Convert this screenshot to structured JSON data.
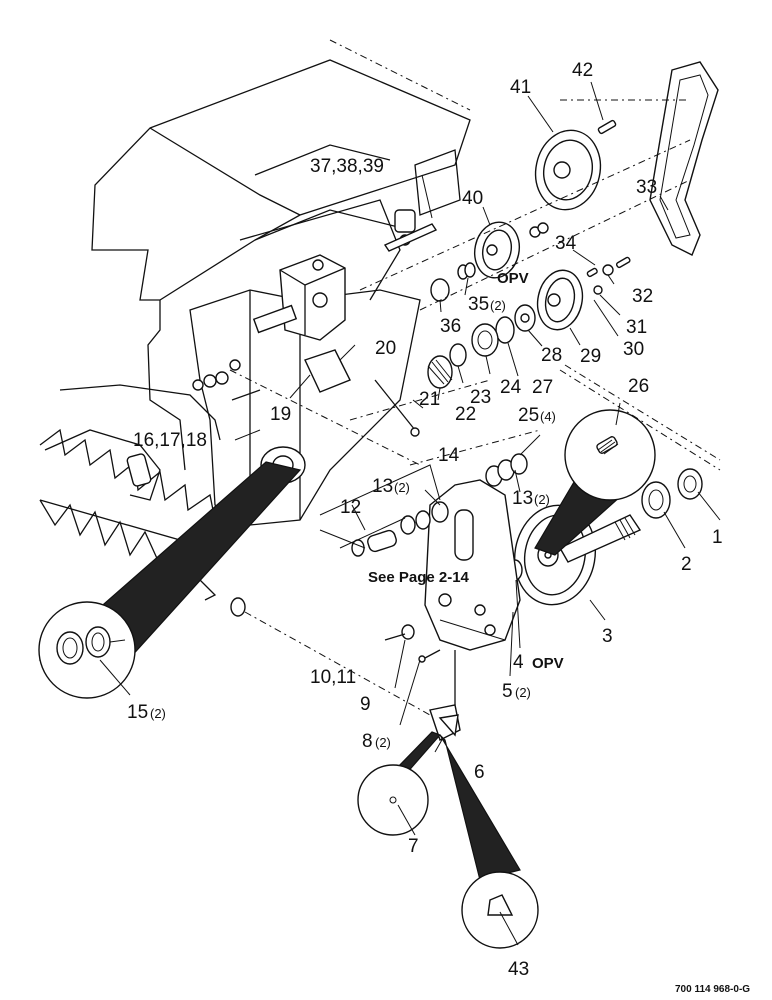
{
  "callouts": [
    {
      "id": "c1",
      "text": "1"
    },
    {
      "id": "c2",
      "text": "2"
    },
    {
      "id": "c3",
      "text": "3"
    },
    {
      "id": "c4",
      "text": "4"
    },
    {
      "id": "c5",
      "text": "5"
    },
    {
      "id": "c6",
      "text": "6"
    },
    {
      "id": "c7",
      "text": "7"
    },
    {
      "id": "c8",
      "text": "8"
    },
    {
      "id": "c9",
      "text": "9"
    },
    {
      "id": "c10_11",
      "text": "10,11"
    },
    {
      "id": "c12",
      "text": "12"
    },
    {
      "id": "c13a",
      "text": "13"
    },
    {
      "id": "c13b",
      "text": "13"
    },
    {
      "id": "c14",
      "text": "14"
    },
    {
      "id": "c15",
      "text": "15"
    },
    {
      "id": "c16_17_18",
      "text": "16,17,18"
    },
    {
      "id": "c19",
      "text": "19"
    },
    {
      "id": "c20",
      "text": "20"
    },
    {
      "id": "c21",
      "text": "21"
    },
    {
      "id": "c22",
      "text": "22"
    },
    {
      "id": "c23",
      "text": "23"
    },
    {
      "id": "c24",
      "text": "24"
    },
    {
      "id": "c25",
      "text": "25"
    },
    {
      "id": "c26",
      "text": "26"
    },
    {
      "id": "c27",
      "text": "27"
    },
    {
      "id": "c28",
      "text": "28"
    },
    {
      "id": "c29",
      "text": "29"
    },
    {
      "id": "c30",
      "text": "30"
    },
    {
      "id": "c31",
      "text": "31"
    },
    {
      "id": "c32",
      "text": "32"
    },
    {
      "id": "c33",
      "text": "33"
    },
    {
      "id": "c34",
      "text": "34"
    },
    {
      "id": "c35",
      "text": "35"
    },
    {
      "id": "c36",
      "text": "36"
    },
    {
      "id": "c37_38_39",
      "text": "37,38,39"
    },
    {
      "id": "c40",
      "text": "40"
    },
    {
      "id": "c41",
      "text": "41"
    },
    {
      "id": "c42",
      "text": "42"
    },
    {
      "id": "c43",
      "text": "43"
    }
  ],
  "quantities": {
    "q5": "(2)",
    "q8": "(2)",
    "q13a": "(2)",
    "q13b": "(2)",
    "q15": "(2)",
    "q25": "(4)",
    "q35": "(2)"
  },
  "notes": {
    "see_page": "See Page 2-14",
    "opv_3": "OPV",
    "opv_40": "OPV"
  },
  "reference_number": "700 114 968-0-G"
}
